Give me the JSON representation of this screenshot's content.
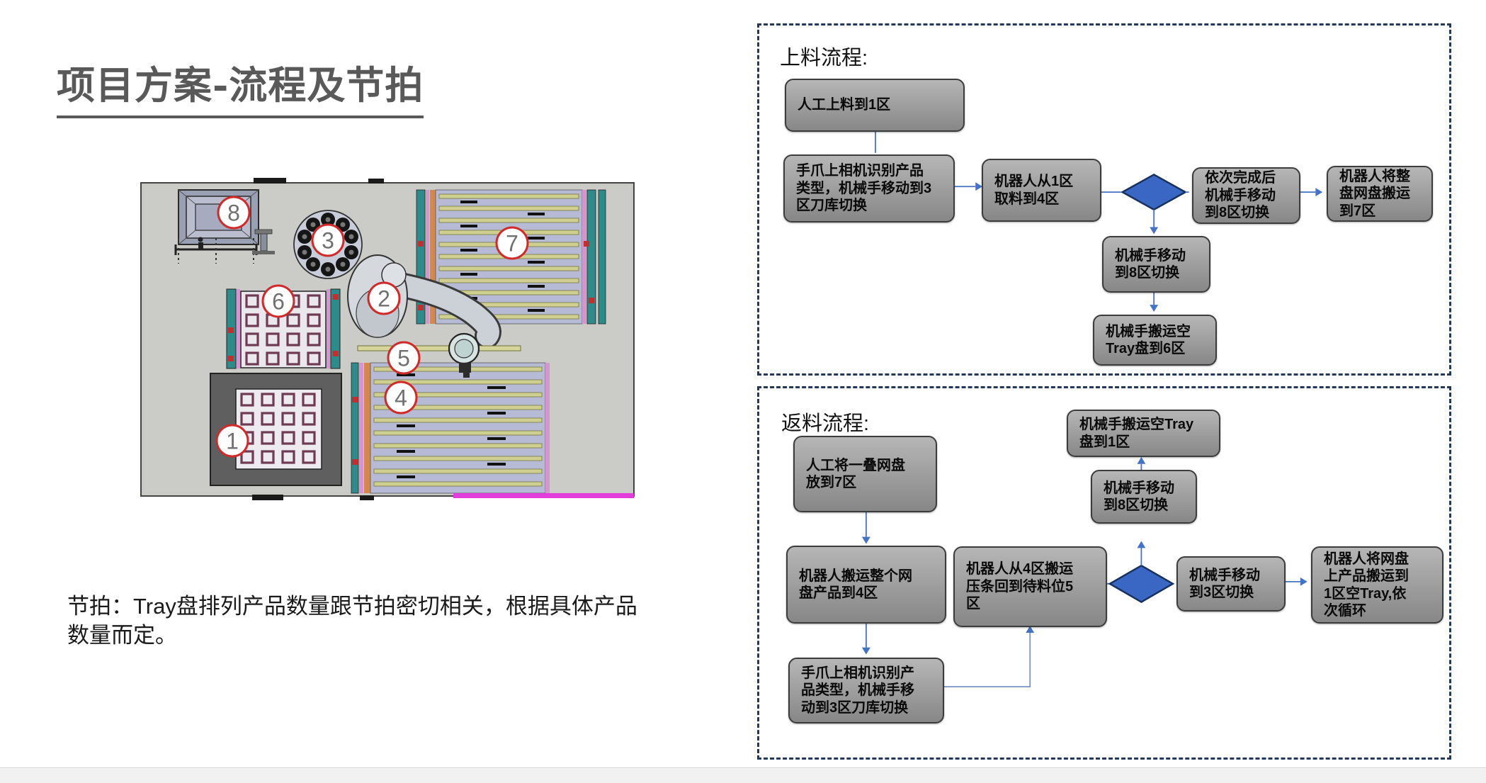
{
  "page": {
    "title": "项目方案-流程及节拍",
    "note": "节拍：Tray盘排列产品数量跟节拍密切相关，根据具体产品\n数量而定。"
  },
  "layout": {
    "description": "设备俯视布局图",
    "badges": [
      "1",
      "2",
      "3",
      "4",
      "5",
      "6",
      "7",
      "8"
    ]
  },
  "loading_flow": {
    "title": "上料流程:",
    "steps": {
      "manual_load": "人工上料到1区",
      "camera_identify": "手爪上相机识别产品\n类型，机械手移动到3\n区刀库切换",
      "robot_pick": "机器人从1区\n取料到4区",
      "after_complete": "依次完成后\n机械手移动\n到8区切换",
      "move_tray_7": "机器人将整\n盘网盘搬运\n到7区",
      "hand_move_8": "机械手移动\n到8区切换",
      "carry_empty_tray_6": "机械手搬运空\nTray盘到6区"
    }
  },
  "return_flow": {
    "title": "返料流程:",
    "steps": {
      "carry_empty_tray_1": "机械手搬运空Tray\n盘到1区",
      "hand_move_8": "机械手移动\n到8区切换",
      "manual_place_7": "人工将一叠网盘\n放到7区",
      "robot_move_tray_4": "机器人搬运整个网\n盘产品到4区",
      "camera_identify": "手爪上相机识别产\n品类型，机械手移\n动到3区刀库切换",
      "robot_return_strip": "机器人从4区搬运\n压条回到待料位5\n区",
      "hand_move_3": "机械手移动\n到3区切换",
      "robot_cycle": "机器人将网盘\n上产品搬运到\n1区空Tray,依\n次循环"
    }
  },
  "colors": {
    "accent_blue": "#4472C4",
    "diamond_fill": "#3B67C4",
    "diamond_stroke": "#17315E",
    "dashed_border": "#24385E",
    "box_gradient_top": "#B6B6B6",
    "box_gradient_bottom": "#878787",
    "badge_ring": "#CF2B2B",
    "title_gray": "#595959"
  }
}
